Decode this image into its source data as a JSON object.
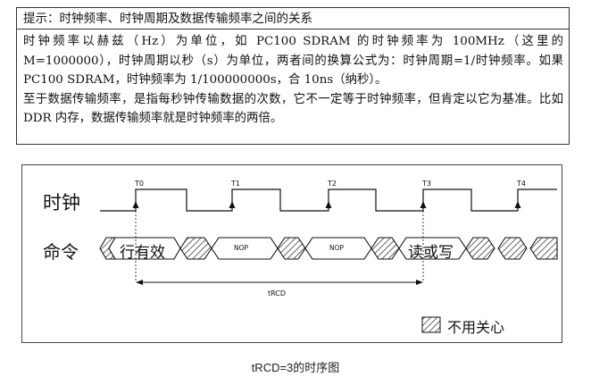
{
  "tip": {
    "title": "提示：时钟频率、时钟周期及数据传输频率之间的关系",
    "paragraph1": "时钟频率以赫兹（Hz）为单位，如 PC100 SDRAM 的时钟频率为 100MHz（这里的 M=1000000），时钟周期以秒（s）为单位，两者间的换算公式为：时钟周期=1/时钟频率。如果 PC100 SDRAM，时钟频率为 1/100000000s，合 10ns（纳秒）。",
    "paragraph2": "至于数据传输频率，是指每秒钟传输数据的次数，它不一定等于时钟频率，但肯定以它为基准。比如 DDR 内存，数据传输频率就是时钟频率的两倍。"
  },
  "diagram": {
    "clock_label": "时钟",
    "command_label": "命令",
    "ticks": [
      "T0",
      "T1",
      "T2",
      "T3",
      "T4"
    ],
    "commands": {
      "first": "行有效",
      "nop1": "NOP",
      "nop2": "NOP",
      "last": "读或写"
    },
    "interval_label": "tRCD",
    "legend_label": "不用关心"
  },
  "caption": "tRCD=3的时序图"
}
